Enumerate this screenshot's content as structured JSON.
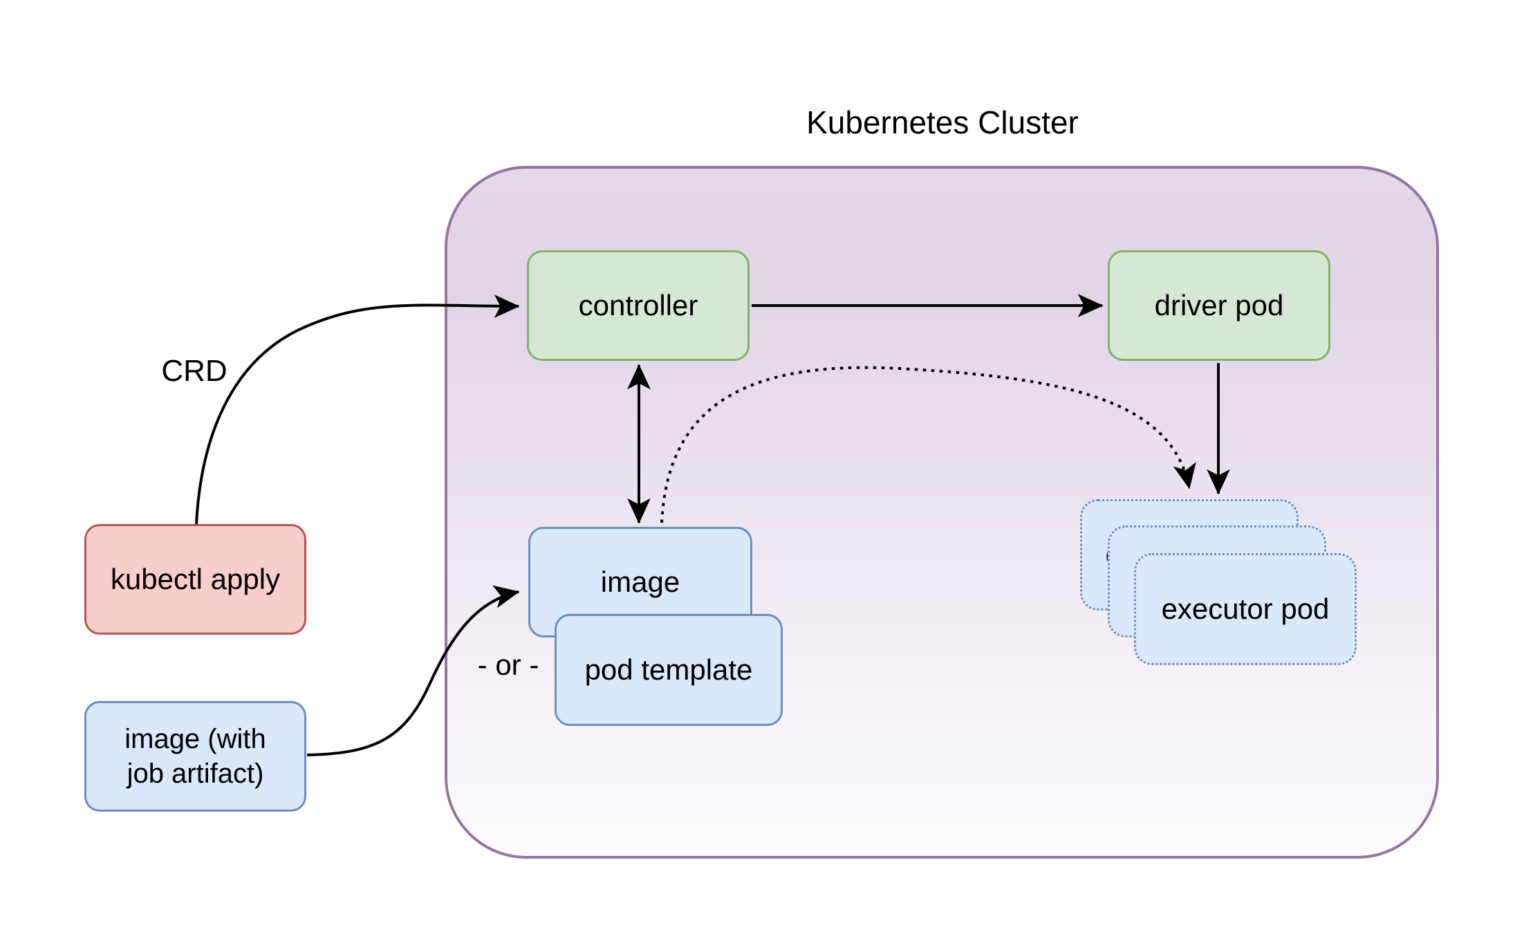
{
  "diagram": {
    "title": "Kubernetes Cluster",
    "annotations": {
      "crd": "CRD",
      "or": "- or -"
    },
    "nodes": {
      "controller": {
        "label": "controller",
        "type": "green"
      },
      "driver_pod": {
        "label": "driver pod",
        "type": "green"
      },
      "image": {
        "label": "image",
        "type": "blue"
      },
      "pod_template": {
        "label": "pod template",
        "type": "blue"
      },
      "kubectl_apply": {
        "label": "kubectl apply",
        "type": "red"
      },
      "image_with_artifact": {
        "label": "image (with job artifact)",
        "type": "blue"
      },
      "executor_pods": {
        "label": "executor pod",
        "count": 3,
        "type": "blue-dotted"
      }
    },
    "edges": [
      {
        "from": "kubectl_apply",
        "to": "controller",
        "label": "CRD",
        "style": "solid-curve-arrow"
      },
      {
        "from": "controller",
        "to": "driver_pod",
        "style": "solid-arrow"
      },
      {
        "from": "controller",
        "to": "image",
        "style": "solid-double-arrow"
      },
      {
        "from": "driver_pod",
        "to": "executor_pods",
        "style": "solid-arrow"
      },
      {
        "from": "image",
        "to": "executor_pods",
        "style": "dotted-curve-arrow"
      },
      {
        "from": "image_with_artifact",
        "to": "image",
        "style": "solid-curve-arrow"
      }
    ],
    "colors": {
      "green_fill": "#d5e8d4",
      "green_stroke": "#82b366",
      "blue_fill": "#dae8fc",
      "blue_stroke": "#6c8ebf",
      "red_fill": "#f8cecc",
      "red_stroke": "#b85450",
      "cluster_stroke": "#9673a6",
      "cluster_fill_top": "#e1d5e7",
      "cluster_fill_bottom": "#fcfbfd",
      "arrow": "#000000",
      "text": "#000000",
      "background": "#ffffff"
    }
  }
}
